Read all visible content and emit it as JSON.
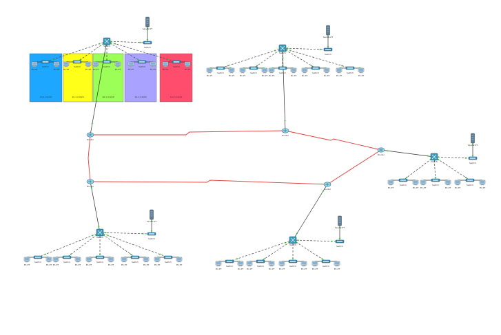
{
  "vlans": [
    {
      "id": "vlan-a",
      "color": "#1ea7ff",
      "label": "10.1.1.0/24"
    },
    {
      "id": "vlan-b",
      "color": "#ffff1a",
      "label": "10.1.2.0/24"
    },
    {
      "id": "vlan-c",
      "color": "#9cff57",
      "label": "10.1.3.0/24"
    },
    {
      "id": "vlan-d",
      "color": "#a9a2ff",
      "label": "10.1.4.0/24"
    },
    {
      "id": "vlan-e",
      "color": "#ff4d6d",
      "label": "10.1.5.0/24"
    }
  ],
  "colors": {
    "wan_link": "#e33b3b",
    "access_link": "#2b2b2b",
    "trunk_link": "#444444",
    "port_up": "#2fbf2f"
  },
  "devices": {
    "server_label": "Server-PT",
    "router_label": "Router",
    "switch_label": "Switch",
    "pc_label": "PC-PT"
  }
}
